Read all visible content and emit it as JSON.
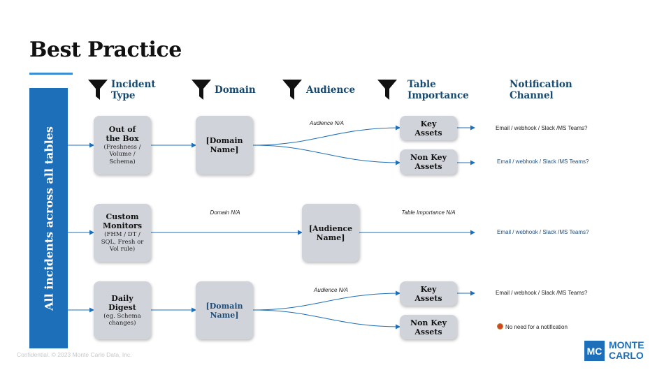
{
  "title": "Best Practice",
  "sidebar_label": "All incidents across all tables",
  "headers": {
    "incident_type": "Incident Type",
    "domain": "Domain",
    "audience": "Audience",
    "table_importance": "Table Importance",
    "notification_channel": "Notification Channel"
  },
  "rows": [
    {
      "incident_title": "Out of the Box",
      "incident_sub": "(Freshness / Volume / Schema)",
      "domain_box": "[Domain Name]",
      "audience_note": "Audience N/A",
      "key_assets": "Key Assets",
      "non_key_assets": "Non Key Assets",
      "channel_key": "Email / webhook / Slack /MS Teams?",
      "channel_non_key": "Email / webhook / Slack /MS Teams?"
    },
    {
      "incident_title": "Custom Monitors",
      "incident_sub": "(FHM / DT / SQL, Fresh or Vol rule)",
      "domain_note": "Domain N/A",
      "audience_box": "[Audience Name]",
      "table_note": "Table Importance N/A",
      "channel": "Email / webhook / Slack /MS Teams?"
    },
    {
      "incident_title": "Daily Digest",
      "incident_sub": "(eg. Schema changes)",
      "domain_box": "[Domain Name]",
      "audience_note": "Audience N/A",
      "key_assets": "Key Assets",
      "non_key_assets": "Non Key Assets",
      "channel_key": "Email / webhook / Slack /MS Teams?",
      "channel_non_key": "No need for a notification"
    }
  ],
  "footer": {
    "confidential": "Confidential. © 2023 Monte Carlo Data, Inc.",
    "logo_mark": "MC",
    "logo_line1": "MONTE",
    "logo_line2": "CARLO"
  },
  "colors": {
    "sidebar": "#1c6fb8",
    "header_text": "#17486e",
    "box_fill": "#d0d4da",
    "arrow": "#1c6fb8",
    "title_underline": "#3a8fd6"
  }
}
